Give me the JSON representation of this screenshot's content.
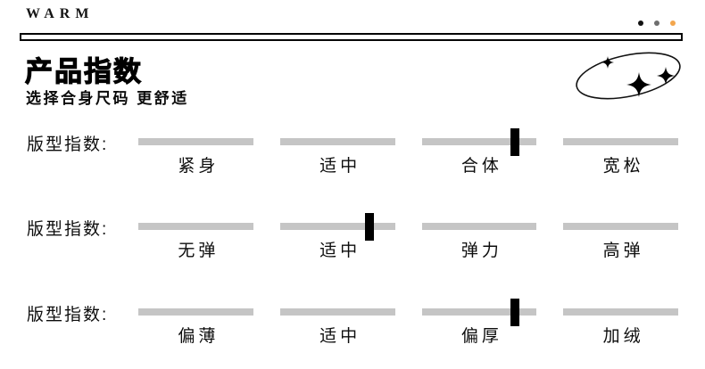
{
  "brand": "WARM",
  "window_dots": [
    {
      "name": "dot-black",
      "color": "#111111"
    },
    {
      "name": "dot-gray",
      "color": "#6e6e6e"
    },
    {
      "name": "dot-orange",
      "color": "#f3a64d"
    }
  ],
  "header": {
    "title": "产品指数",
    "subtitle": "选择合身尺码 更舒适"
  },
  "colors": {
    "track": "#c5c5c5",
    "marker": "#000000",
    "text": "#101010"
  },
  "indices": [
    {
      "label": "版型指数:",
      "options": [
        "紧身",
        "适中",
        "合体",
        "宽松"
      ],
      "selected": "合体",
      "selected_index": 2,
      "marker_pct": 81
    },
    {
      "label": "版型指数:",
      "options": [
        "无弹",
        "适中",
        "弹力",
        "高弹"
      ],
      "selected": "适中",
      "selected_index": 1,
      "marker_pct": 78
    },
    {
      "label": "版型指数:",
      "options": [
        "偏薄",
        "适中",
        "偏厚",
        "加绒"
      ],
      "selected": "偏厚",
      "selected_index": 2,
      "marker_pct": 81
    }
  ]
}
